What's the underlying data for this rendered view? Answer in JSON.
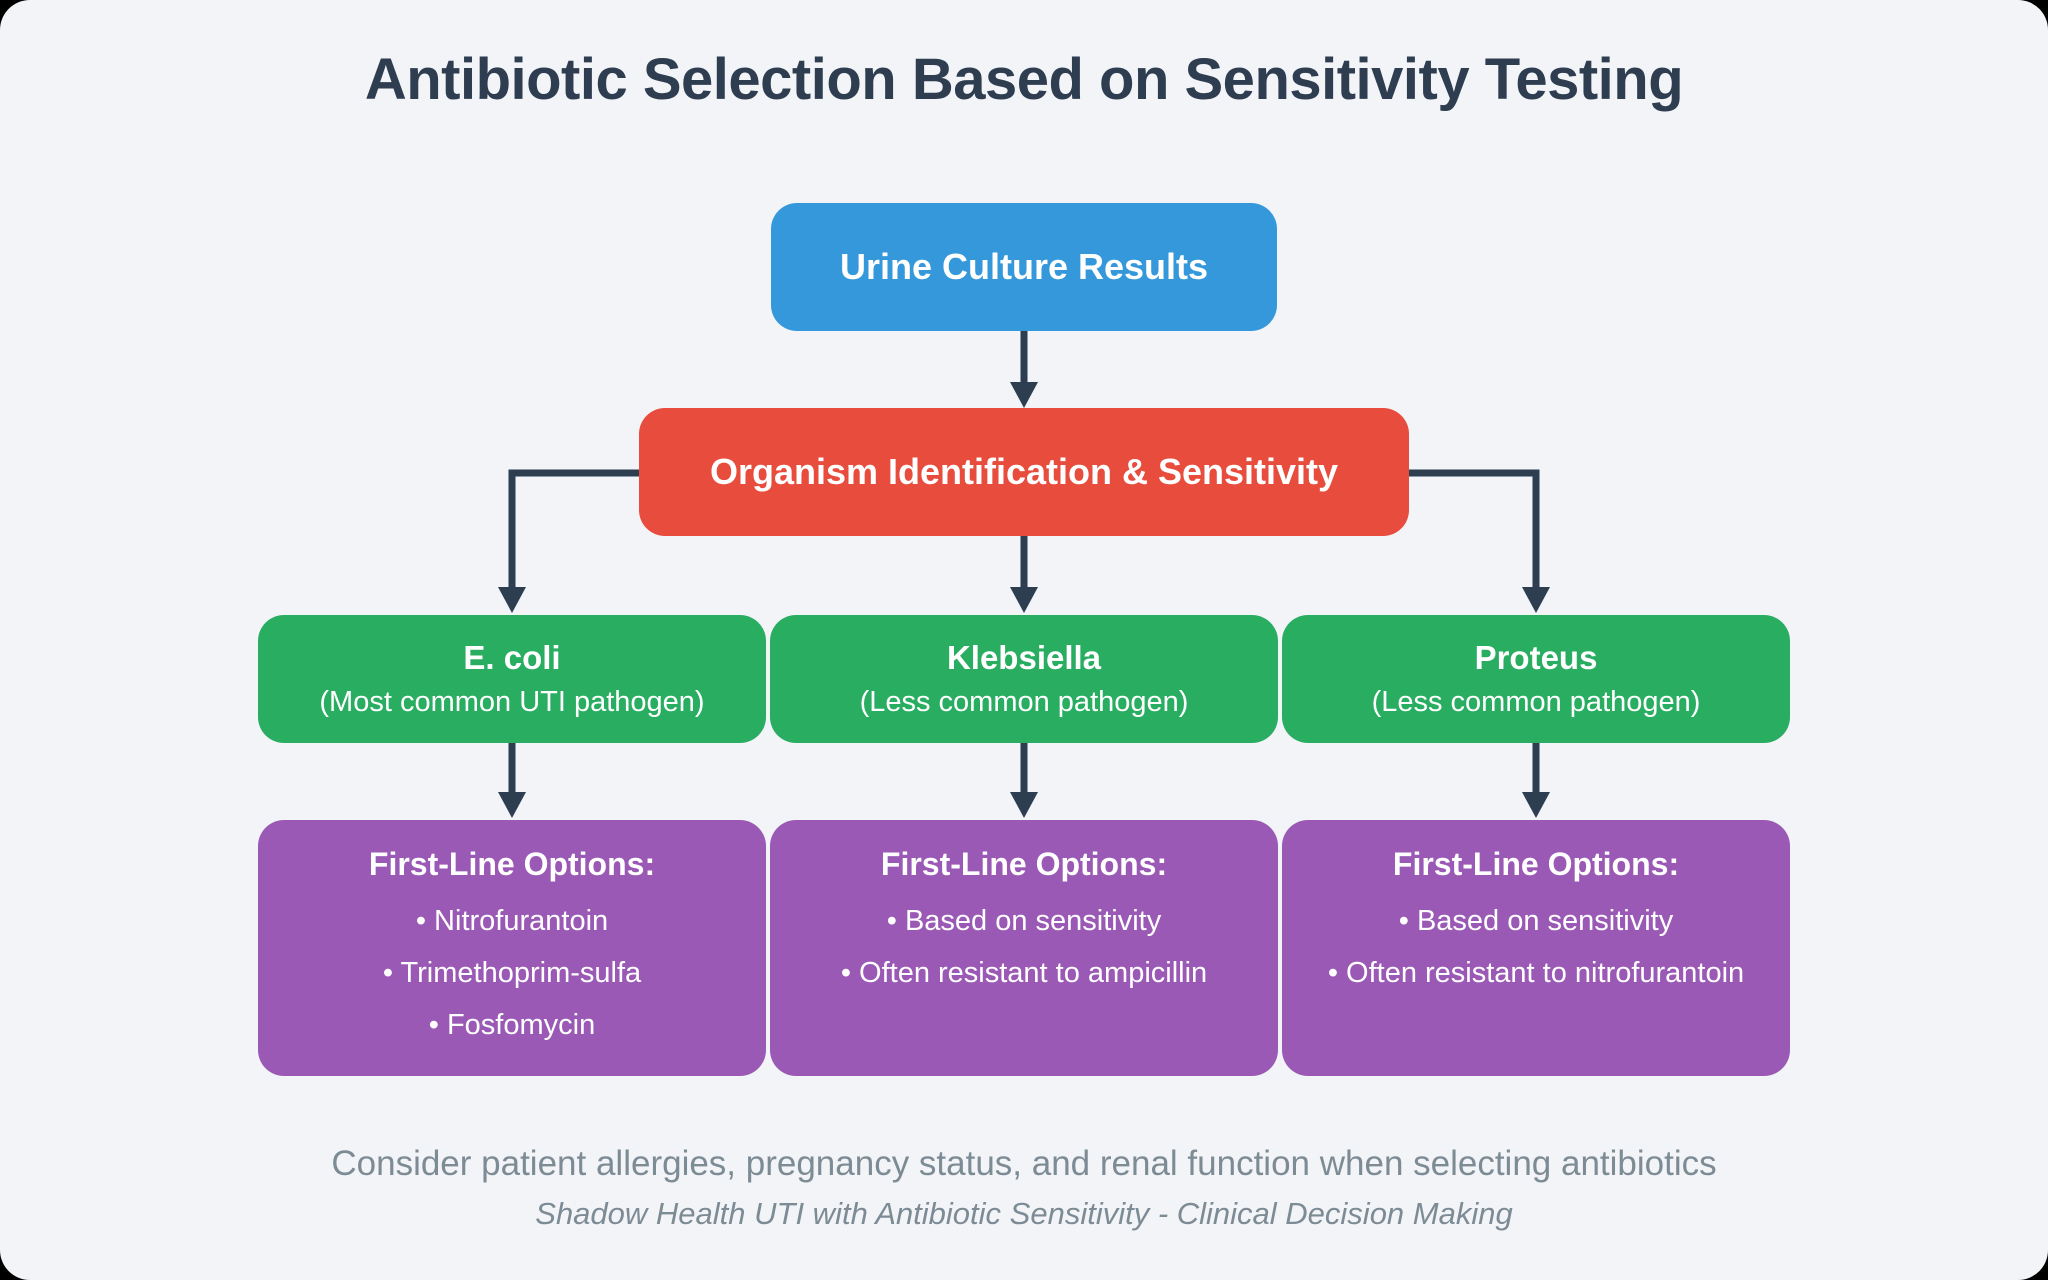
{
  "title": "Antibiotic Selection Based on Sensitivity Testing",
  "flow": {
    "root": {
      "label": "Urine Culture Results"
    },
    "identification": {
      "label": "Organism Identification & Sensitivity"
    },
    "organisms": [
      {
        "name": "E. coli",
        "note": "(Most common UTI pathogen)",
        "options_title": "First-Line Options:",
        "options": [
          "• Nitrofurantoin",
          "• Trimethoprim-sulfa",
          "• Fosfomycin"
        ]
      },
      {
        "name": "Klebsiella",
        "note": "(Less common pathogen)",
        "options_title": "First-Line Options:",
        "options": [
          "• Based on sensitivity",
          "• Often resistant to ampicillin"
        ]
      },
      {
        "name": "Proteus",
        "note": "(Less common pathogen)",
        "options_title": "First-Line Options:",
        "options": [
          "• Based on sensitivity",
          "• Often resistant to nitrofurantoin"
        ]
      }
    ]
  },
  "footer": {
    "advice": "Consider patient allergies, pregnancy status, and renal function when selecting antibiotics",
    "source": "Shadow Health UTI with Antibiotic Sensitivity - Clinical Decision Making"
  },
  "colors": {
    "outer_bg": "#000000",
    "canvas_bg": "#f2f4f8",
    "title_text": "#2e3d50",
    "root_box": "#3498db",
    "identification_box": "#e74c3c",
    "organism_box": "#28ad61",
    "options_box": "#9b59b6",
    "connector": "#2c3e50",
    "box_text": "#ffffff",
    "footer_text": "#7d8b95"
  }
}
